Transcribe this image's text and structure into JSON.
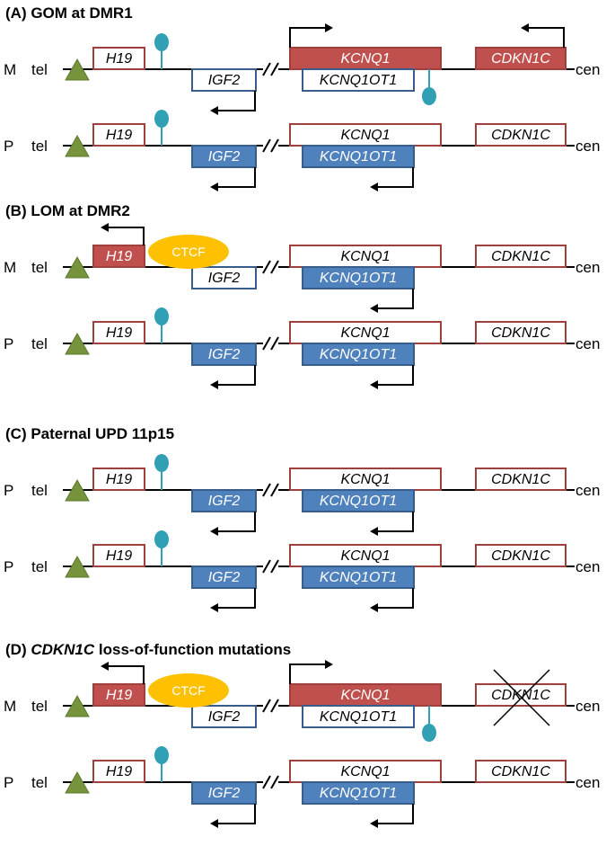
{
  "colors": {
    "red_fill": "#c0504d",
    "red_outline": "#a0403d",
    "blue_fill": "#4f81bd",
    "blue_outline": "#385d8a",
    "teal": "#31a0b5",
    "triangle": "#77933c",
    "ctcf": "#ffc000",
    "line": "#000000"
  },
  "labels": {
    "tel": "tel",
    "cen": "cen"
  },
  "genes": {
    "h19": "H19",
    "igf2": "IGF2",
    "kcnq1": "KCNQ1",
    "kcnq1ot1": "KCNQ1OT1",
    "cdkn1c": "CDKN1C",
    "ctcf": "CTCF"
  },
  "panels": [
    {
      "id": "A",
      "prefix": "(A)",
      "title": "GOM at DMR1",
      "title_italic": "",
      "alleles": [
        {
          "parent": "M",
          "h19": "outline",
          "igf2": "outline",
          "kcnq1": "filled",
          "kcnq1ot1": "outline",
          "cdkn1c": "filled",
          "h19_pin": true,
          "ctcf": false,
          "h19_arrow": false,
          "igf2_arrow": true,
          "kcnq1_arrow": true,
          "kcnq1ot1_arrow": false,
          "cdkn1c_arrow": true,
          "kcnq1ot1_pin": true,
          "cdkn1c_cross": false
        },
        {
          "parent": "P",
          "h19": "outline",
          "igf2": "filled",
          "kcnq1": "outline",
          "kcnq1ot1": "filled",
          "cdkn1c": "outline",
          "h19_pin": true,
          "ctcf": false,
          "h19_arrow": false,
          "igf2_arrow": true,
          "kcnq1_arrow": false,
          "kcnq1ot1_arrow": true,
          "cdkn1c_arrow": false,
          "kcnq1ot1_pin": false,
          "cdkn1c_cross": false
        }
      ]
    },
    {
      "id": "B",
      "prefix": "(B)",
      "title": "LOM at DMR2",
      "title_italic": "",
      "alleles": [
        {
          "parent": "M",
          "h19": "filled",
          "igf2": "outline",
          "kcnq1": "outline",
          "kcnq1ot1": "filled",
          "cdkn1c": "outline",
          "h19_pin": false,
          "ctcf": true,
          "h19_arrow": true,
          "igf2_arrow": false,
          "kcnq1_arrow": false,
          "kcnq1ot1_arrow": true,
          "cdkn1c_arrow": false,
          "kcnq1ot1_pin": false,
          "cdkn1c_cross": false
        },
        {
          "parent": "P",
          "h19": "outline",
          "igf2": "filled",
          "kcnq1": "outline",
          "kcnq1ot1": "filled",
          "cdkn1c": "outline",
          "h19_pin": true,
          "ctcf": false,
          "h19_arrow": false,
          "igf2_arrow": true,
          "kcnq1_arrow": false,
          "kcnq1ot1_arrow": true,
          "cdkn1c_arrow": false,
          "kcnq1ot1_pin": false,
          "cdkn1c_cross": false
        }
      ]
    },
    {
      "id": "C",
      "prefix": "(C)",
      "title": "Paternal UPD 11p15",
      "title_italic": "",
      "alleles": [
        {
          "parent": "P",
          "h19": "outline",
          "igf2": "filled",
          "kcnq1": "outline",
          "kcnq1ot1": "filled",
          "cdkn1c": "outline",
          "h19_pin": true,
          "ctcf": false,
          "h19_arrow": false,
          "igf2_arrow": true,
          "kcnq1_arrow": false,
          "kcnq1ot1_arrow": true,
          "cdkn1c_arrow": false,
          "kcnq1ot1_pin": false,
          "cdkn1c_cross": false
        },
        {
          "parent": "P",
          "h19": "outline",
          "igf2": "filled",
          "kcnq1": "outline",
          "kcnq1ot1": "filled",
          "cdkn1c": "outline",
          "h19_pin": true,
          "ctcf": false,
          "h19_arrow": false,
          "igf2_arrow": true,
          "kcnq1_arrow": false,
          "kcnq1ot1_arrow": true,
          "cdkn1c_arrow": false,
          "kcnq1ot1_pin": false,
          "cdkn1c_cross": false
        }
      ]
    },
    {
      "id": "D",
      "prefix": "(D)",
      "title": "loss-of-function mutations",
      "title_italic": "CDKN1C",
      "alleles": [
        {
          "parent": "M",
          "h19": "filled",
          "igf2": "outline",
          "kcnq1": "filled",
          "kcnq1ot1": "outline",
          "cdkn1c": "outline",
          "h19_pin": false,
          "ctcf": true,
          "h19_arrow": true,
          "igf2_arrow": false,
          "kcnq1_arrow": true,
          "kcnq1ot1_arrow": false,
          "cdkn1c_arrow": false,
          "kcnq1ot1_pin": true,
          "cdkn1c_cross": true
        },
        {
          "parent": "P",
          "h19": "outline",
          "igf2": "filled",
          "kcnq1": "outline",
          "kcnq1ot1": "filled",
          "cdkn1c": "outline",
          "h19_pin": true,
          "ctcf": false,
          "h19_arrow": false,
          "igf2_arrow": true,
          "kcnq1_arrow": false,
          "kcnq1ot1_arrow": true,
          "cdkn1c_arrow": false,
          "kcnq1ot1_pin": false,
          "cdkn1c_cross": false
        }
      ]
    }
  ]
}
